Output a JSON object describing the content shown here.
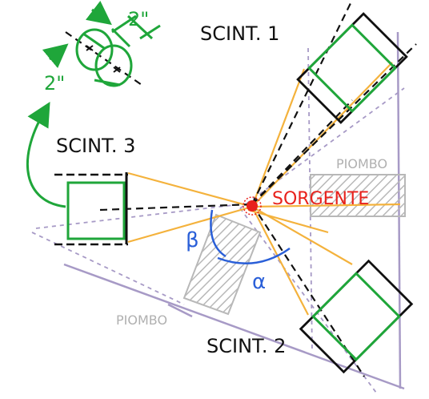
{
  "labels": {
    "scint1": "SCINT. 1",
    "scint2": "SCINT. 2",
    "scint3": "SCINT. 3",
    "source": "SORGENTE",
    "lead_right": "PIOMBO",
    "lead_bottom": "PIOMBO",
    "angle_alpha": "α",
    "angle_beta": "β",
    "dim_length": "2\"",
    "dim_diameter": "2\""
  },
  "colors": {
    "detector": "#1fa63a",
    "black": "#111111",
    "ray": "#f4b23c",
    "dashed_purple": "#a79ac6",
    "lead_gray": "#b8b8b8",
    "source": "#e8221c",
    "angle_blue": "#2a5fd8",
    "lead_label": "#b0b0b0"
  }
}
